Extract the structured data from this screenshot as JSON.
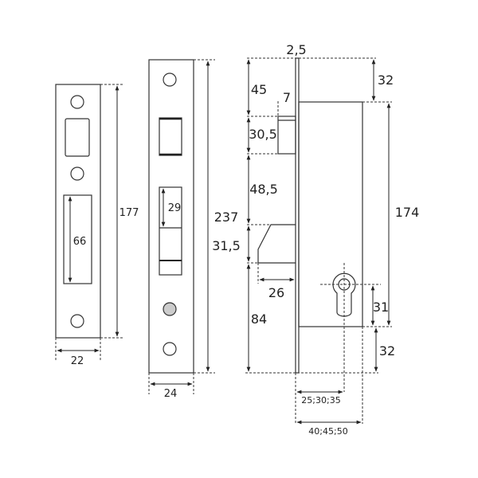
{
  "strike_plate": {
    "height": "177",
    "width": "22",
    "slot": "66"
  },
  "faceplate": {
    "height": "237",
    "width": "24",
    "latch_window": "29"
  },
  "lock_body": {
    "faceplate_thickness": "2,5",
    "top_to_bolt": "45",
    "bolt_throw": "7",
    "bolt_height": "30,5",
    "bolt_to_latch": "48,5",
    "latch_height": "31,5",
    "latch_throw": "26",
    "latch_to_bottom": "84",
    "top_offset": "32",
    "case_height": "174",
    "cylinder_offset": "31",
    "bottom_offset": "32",
    "backset": "25;30;35",
    "case_depth": "40;45;50"
  },
  "colors": {
    "line": "#333333",
    "indicator": "#cccccc"
  }
}
